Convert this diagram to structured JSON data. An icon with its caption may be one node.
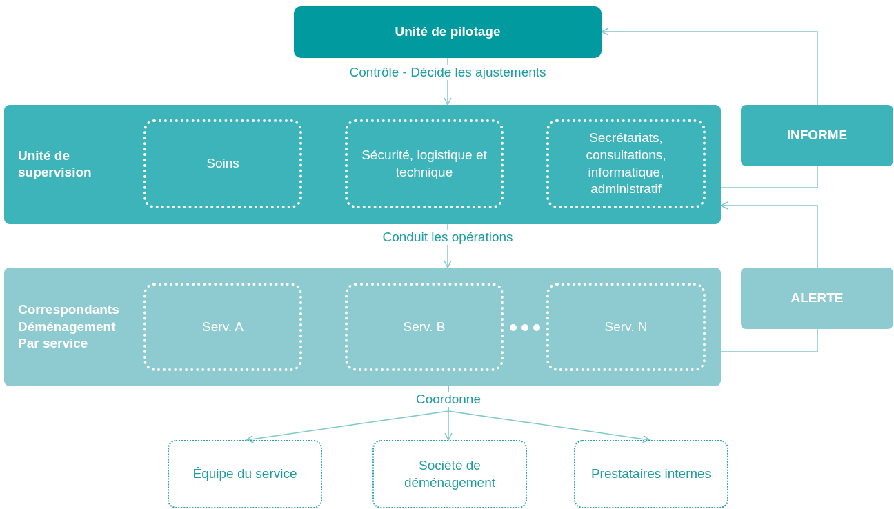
{
  "diagram": {
    "nodes": [
      {
        "text": [
          "Unité de pilotage"
        ]
      },
      {
        "text": [
          "Unité de supervision"
        ]
      },
      {
        "text": [
          "Soins"
        ],
        "in": 1
      },
      {
        "text": [
          "Sécurité, logistique et technique"
        ],
        "in": 1
      },
      {
        "text": [
          "Secrétariats, consultations, informatique, administratif"
        ],
        "in": 1
      },
      {
        "text": [
          "Correspondants Déménagement Par service"
        ]
      },
      {
        "text": [
          "Serv. A"
        ],
        "in": 5
      },
      {
        "text": [
          "Serv. B"
        ],
        "in": 5
      },
      {
        "text": [
          "Serv. N"
        ],
        "in": 5
      },
      {
        "text": [
          "INFORME"
        ]
      },
      {
        "text": [
          "ALERTE"
        ]
      },
      {
        "text": [
          "Équipe du service"
        ]
      },
      {
        "text": [
          "Société de déménagement"
        ]
      },
      {
        "text": [
          "Prestataires internes"
        ]
      }
    ],
    "edges": [
      {
        "from": 0,
        "to": 1,
        "arrow": "to",
        "label": "Contrôle - Décide les ajustements"
      },
      {
        "from": 1,
        "to": 5,
        "arrow": "to",
        "label": "Conduit les opérations"
      },
      {
        "from": 5,
        "to": 11,
        "arrow": "to"
      },
      {
        "from": 5,
        "to": 12,
        "arrow": "to",
        "label": "Coordonne"
      },
      {
        "from": 5,
        "to": 13,
        "arrow": "to"
      },
      {
        "from": 1,
        "to": 9,
        "arrow": "none"
      },
      {
        "from": 9,
        "to": 0,
        "arrow": "to"
      },
      {
        "from": 5,
        "to": 10,
        "arrow": "none"
      },
      {
        "from": 10,
        "to": 1,
        "arrow": "to"
      }
    ]
  }
}
